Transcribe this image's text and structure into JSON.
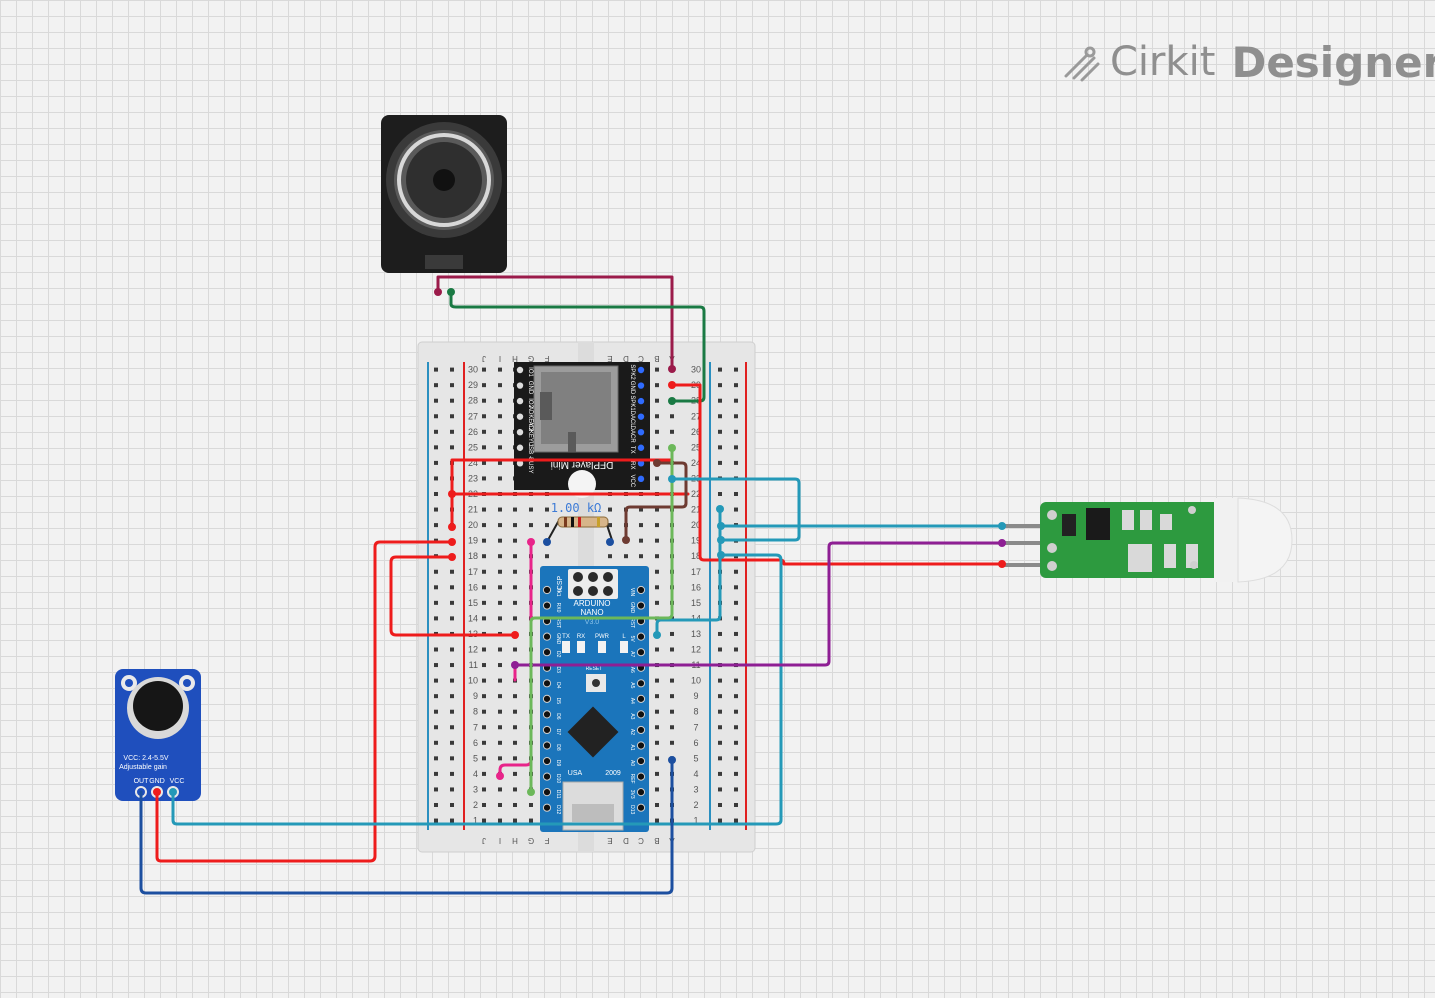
{
  "brand": {
    "word1": "Cirkit",
    "word2": "Designer",
    "logo_icon": "cirkit-logo-icon"
  },
  "breadboard": {
    "col_letters_left": [
      "J",
      "I",
      "H",
      "G",
      "F"
    ],
    "col_letters_right": [
      "E",
      "D",
      "C",
      "B",
      "A"
    ],
    "row_numbers": [
      "30",
      "29",
      "28",
      "27",
      "26",
      "25",
      "24",
      "23",
      "22",
      "21",
      "20",
      "19",
      "18",
      "17",
      "16",
      "15",
      "14",
      "13",
      "12",
      "11",
      "10",
      "9",
      "8",
      "7",
      "6",
      "5",
      "4",
      "3",
      "2",
      "1"
    ]
  },
  "dfplayer": {
    "title": "DFPlayer Mini",
    "left_pins": [
      "IO1",
      "GND",
      "IO2",
      "ADKEY 2",
      "ADKEY 1",
      "USB -",
      "BUSY"
    ],
    "right_pins": [
      "SPK2",
      "GND",
      "SPK1",
      "DACL",
      "DACR",
      "TX",
      "RX",
      "VCC"
    ]
  },
  "resistor": {
    "value": "1.00 kΩ"
  },
  "arduino": {
    "line1": "ARDUINO",
    "line2": "NANO",
    "line3": "V3.0",
    "icsp": "ICSP",
    "leds": [
      "TX",
      "RX",
      "PWR",
      "L"
    ],
    "reset": "RESET",
    "usa": "USA",
    "year": "2009",
    "left_pins": [
      "D12",
      "D11",
      "D10",
      "D9",
      "D8",
      "D7",
      "D6",
      "D5",
      "D4",
      "D3",
      "D2",
      "GND",
      "RST",
      "RX0",
      "TX1"
    ],
    "right_pins": [
      "D13",
      "3V3",
      "REF",
      "A0",
      "A1",
      "A2",
      "A3",
      "A4",
      "A5",
      "A6",
      "A7",
      "5V",
      "RST",
      "GND",
      "VIN"
    ]
  },
  "mic": {
    "line1": "VCC: 2.4-5.5V",
    "line2": "Adjustable gain",
    "pins": [
      "OUT",
      "GND",
      "VCC"
    ]
  },
  "colors": {
    "red": "#ee1c1c",
    "teal": "#2499b8",
    "green": "#1a7a44",
    "maroon": "#9b1b4a",
    "purple": "#8e1f94",
    "pink": "#e8248a",
    "lightgreen": "#6cb85a",
    "brown": "#6e3b32",
    "blue": "#1c4fa0",
    "nano": "#1b75bb",
    "pcb": "#2d9a3f"
  }
}
